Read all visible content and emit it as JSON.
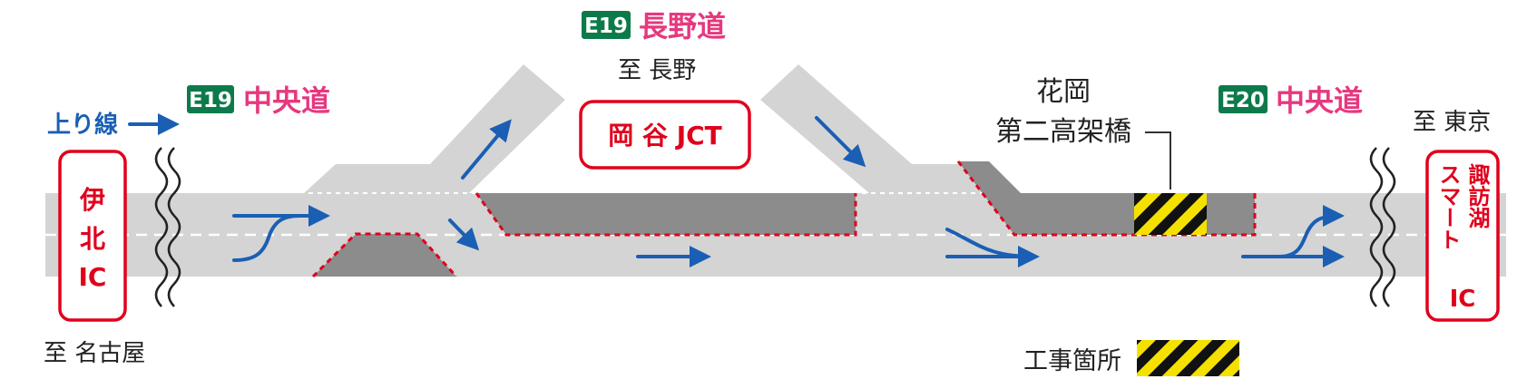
{
  "colors": {
    "road": "#d4d4d4",
    "closed": "#8c8c8c",
    "arrow": "#1a5fb4",
    "red": "#e0001b",
    "pink": "#e6387f",
    "sign_green": "#0c7a4a",
    "hatch_yellow": "#f5e100",
    "text": "#222222"
  },
  "upline_label": "上り線",
  "routes": {
    "left": {
      "code": "E19",
      "name": "中央道"
    },
    "top": {
      "code": "E19",
      "name": "長野道"
    },
    "right": {
      "code": "E20",
      "name": "中央道"
    }
  },
  "destinations": {
    "nagano": "至 長野",
    "nagoya": "至 名古屋",
    "tokyo": "至 東京"
  },
  "interchanges": {
    "ibuki": [
      "伊",
      "北",
      "IC"
    ],
    "okaya_jct": "岡 谷 JCT",
    "suwako": [
      "諏訪湖",
      "スマート",
      "IC"
    ]
  },
  "bridge": {
    "line1": "花岡",
    "line2": "第二高架橋"
  },
  "legend": {
    "work_zone": "工事箇所"
  },
  "icons": [
    "arrow-right-icon",
    "road-break-icon",
    "hatch-pattern-icon"
  ]
}
